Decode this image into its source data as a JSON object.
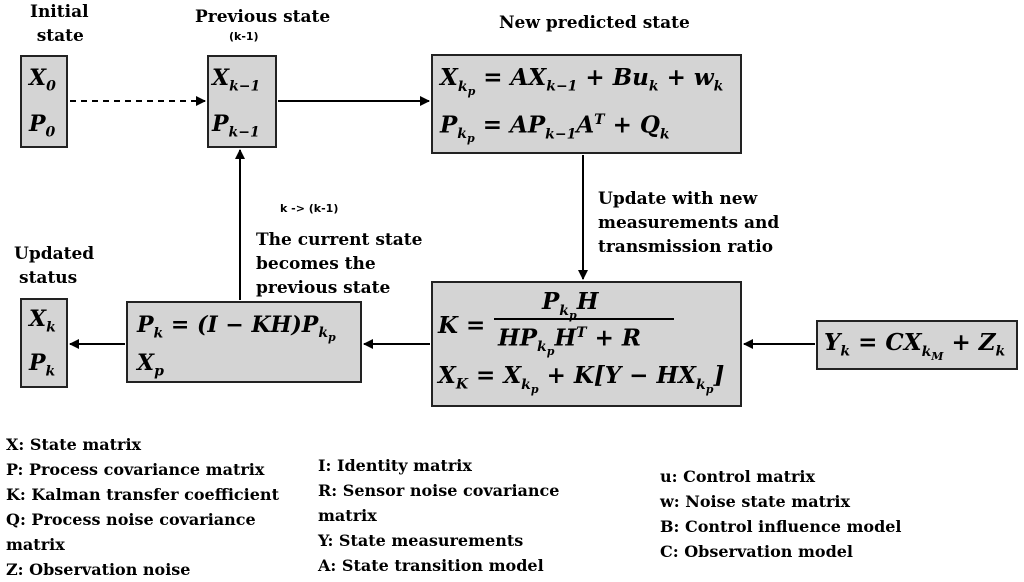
{
  "labels": {
    "initial_state_1": "Initial",
    "initial_state_2": "state",
    "previous_state": "Previous state",
    "previous_state_index": "(k-1)",
    "new_predicted_state": "New predicted state",
    "update_1": "Update with new",
    "update_2": "measurements and",
    "update_3": "transmission ratio",
    "k_arrow": "k -> (k-1)",
    "current_1": "The current state",
    "current_2": "becomes the",
    "current_3": "previous state",
    "updated_1": "Updated",
    "updated_2": "status"
  },
  "equations": {
    "x0": "X₀",
    "p0": "P₀",
    "xk1": "Xₖ₋₁",
    "pk1": "Pₖ₋₁",
    "pred_x": "X_kp = AX_k−1 + Bu_k + w_k",
    "pred_p": "P_kp = AP_k−1 A^T + Q_k",
    "gain": "K = P_kp H / (HP_kp H^T + R)",
    "xk_update": "X_K = X_kp + K[Y − HX_kp]",
    "pk_update": "P_k = (I − KH)P_kp",
    "xp": "X_p",
    "yk": "Y_k = CX_kM + Z_k",
    "xk": "X_k",
    "pk": "P_k"
  },
  "legend": {
    "col1": [
      "X: State matrix",
      "P: Process covariance matrix",
      "K: Kalman transfer coefficient",
      "Q: Process noise covariance",
      "matrix",
      "Z: Observation noise"
    ],
    "col2": [
      "I: Identity matrix",
      "R: Sensor noise covariance",
      "matrix",
      "Y: State measurements",
      "A: State transition model"
    ],
    "col3": [
      "u: Control matrix",
      "w: Noise state matrix",
      "B: Control influence model",
      "C: Observation model"
    ]
  },
  "colors": {
    "box_fill": "#d4d4d4",
    "border": "#222222",
    "arrow": "#000000"
  }
}
